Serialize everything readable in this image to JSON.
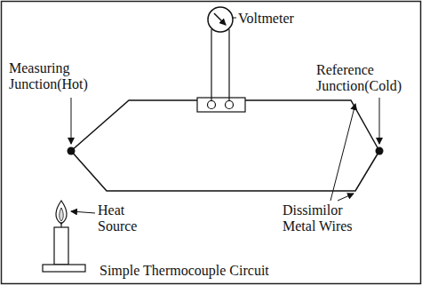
{
  "diagram": {
    "caption": "Simple Thermocouple Circuit",
    "labels": [
      "Voltmeter",
      "Measuring Junction(Hot)",
      "Reference Junction(Cold)",
      "Heat Source",
      "Dissimilor Metal Wires"
    ]
  }
}
